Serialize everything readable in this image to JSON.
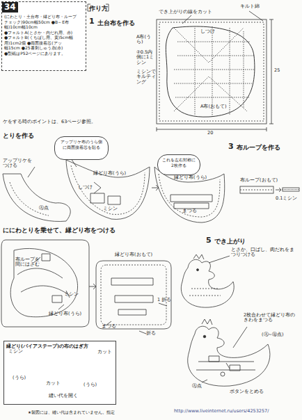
{
  "diagram": {
    "nodes": [
      {
        "text": [
          "34",
          "(にわとり・土台布・縁どり布・ループ",
          "チェック)90cm幅50cm ●B～E布",
          "幅)10cm幅10cm",
          "●フェルトA(とさか・肉だれ用、赤)",
          "●フェルトB(くちばし用、黄)5cm幅",
          "用)1cm2個 ●両面接着芯(アッ",
          "幅15cm ●25番刺しゅう糸(赤)",
          "●型紙はP52ページにあります。"
        ]
      },
      {
        "text": [
          "縁どり(バイアステープ)の布のはぎ方"
        ]
      },
      {
        "text": [
          "アップリケ布のうら側に両面接着芯を貼る"
        ]
      },
      {
        "text": [
          "これを左右対称に2枚作る"
        ]
      }
    ],
    "labels": [
      "作り方",
      "1",
      "土台布を作る",
      "でき上がりの線をカット",
      "キルト綿",
      "しつけ",
      "A布(うら)",
      "②0.5内側に1ミシン",
      "ミシンでキルティング",
      "A布(おもて)",
      "25",
      "20",
      "ケをする時のポイントは、63ページ参照。",
      "とりを作る",
      "アップリケをつける",
      "Ⓐ点",
      "縁どり布(うら)",
      "しつけ",
      "ミシン",
      "縁どり布(うら)",
      "まつる",
      "3",
      "布ループを作る",
      "布ループ(おもて)",
      "0.1ミシン",
      "ににわとりを乗せて、縁どり布をつける",
      "布ループを間にはさむ",
      "ミシン",
      "縁どり布(うら)",
      "縁どり布(おもて)",
      "1 折る",
      "まつる",
      "折る",
      "5",
      "でき上がり",
      "とさか、口ばし、肉だれをまつりつける",
      "2枚合わせて縁どり布のきわをまつる",
      "(Ⓐ~Ⓑ点)",
      "Ⓐ点",
      "ボタンをとめる",
      "ミシン",
      "カット",
      "(うら)",
      "カット",
      "(うら)",
      "縫い代を開く",
      "★製図には、縫い代は含まれていません。指定",
      "http://www.liveinternet.ru/users/4253257/"
    ]
  }
}
